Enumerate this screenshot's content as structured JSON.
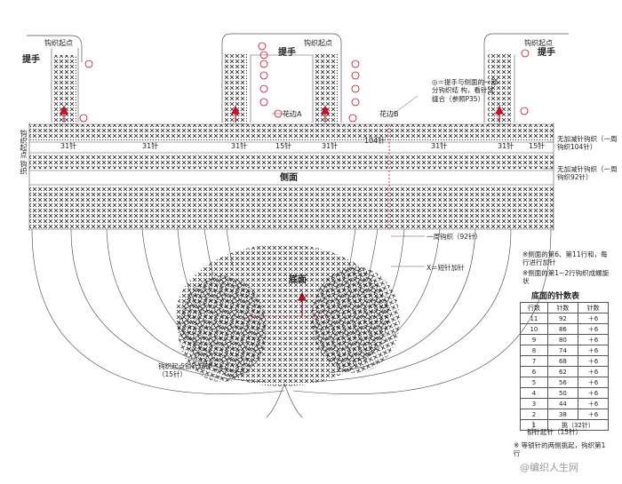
{
  "handle_label": "提手",
  "start_label": "钩织起点",
  "side_label": "侧面",
  "bottom_label": "底面",
  "edge_label": "花边B",
  "edge_label_a": "花边A",
  "stitch_31": "31针",
  "stitch_15": "15针",
  "stitch_104": "104针",
  "left_vertical": "钩织起点 钩织",
  "side_note_1": "无加减针钩织（一周钩织104针）",
  "side_note_2": "无加减针钩织（一周钩织92针）",
  "round_note": "一周钩织（92针）",
  "symbol_note": "X＝短针加针",
  "note_1": "※侧面的第6、第11行和，每行进行加针",
  "note_2": "※侧面的第1~2行钩织成螺旋状",
  "handle_note": "◎＝提手与侧面的一部分钩织结 构，看针法缝合（参照P35）",
  "start_chain_note": "钩织起点锁针起针（15针）",
  "table": {
    "title": "底面的针数表",
    "headers": [
      "行数",
      "针数",
      "针数"
    ],
    "rows": [
      [
        "11",
        "92",
        "＋6"
      ],
      [
        "10",
        "86",
        "＋6"
      ],
      [
        "9",
        "80",
        "＋6"
      ],
      [
        "8",
        "74",
        "＋6"
      ],
      [
        "7",
        "68",
        "＋6"
      ],
      [
        "6",
        "62",
        "＋6"
      ],
      [
        "5",
        "56",
        "＋6"
      ],
      [
        "4",
        "50",
        "＋6"
      ],
      [
        "3",
        "44",
        "＋6"
      ],
      [
        "2",
        "38",
        "＋6"
      ],
      [
        "1",
        "挑（32针）",
        ""
      ]
    ],
    "footer": "锁针起针（15针）",
    "bottom_note": "※ 等锁针的两侧挑起，钩织第1行"
  },
  "watermark": "@编织人生网",
  "colors": {
    "ink": "#1a1a1a",
    "accent": "#c8102e"
  }
}
